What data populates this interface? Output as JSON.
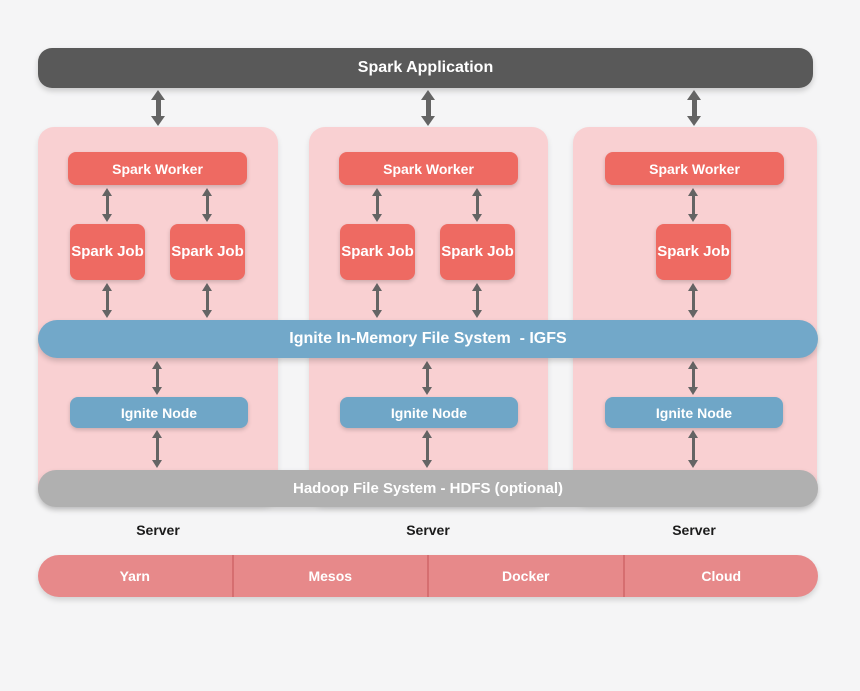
{
  "colors": {
    "background": "#f5f5f6",
    "app_bar": "#595959",
    "panel_pink": "#f9d0d2",
    "box_red": "#ee6a62",
    "blue": "#72a8c9",
    "node_blue": "#6fa6c7",
    "hdfs_gray": "#b0b0b0",
    "deploy_red": "#e7898a",
    "deploy_divider": "#d66e70",
    "arrow": "#646464",
    "server_text": "#1c1c1c",
    "text_white": "#ffffff"
  },
  "app_bar": {
    "label": "Spark Application"
  },
  "igfs_bar": {
    "label": "Ignite In-Memory File System  - IGFS"
  },
  "hdfs_bar": {
    "label": "Hadoop File System - HDFS (optional)"
  },
  "columns": [
    {
      "worker": "Spark Worker",
      "jobs": [
        "Spark Job",
        "Spark Job"
      ],
      "node": "Ignite Node",
      "server": "Server"
    },
    {
      "worker": "Spark Worker",
      "jobs": [
        "Spark Job",
        "Spark Job"
      ],
      "node": "Ignite Node",
      "server": "Server"
    },
    {
      "worker": "Spark Worker",
      "jobs": [
        "Spark Job"
      ],
      "node": "Ignite Node",
      "server": "Server"
    }
  ],
  "deployment_bar": {
    "segments": [
      "Yarn",
      "Mesos",
      "Docker",
      "Cloud"
    ]
  }
}
